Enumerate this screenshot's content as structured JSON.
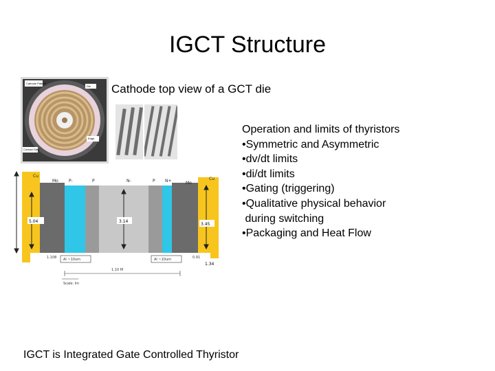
{
  "slide": {
    "title": "IGCT Structure",
    "caption": "Cathode top view of a GCT die",
    "bullets": [
      "Operation and limits of thyristors",
      "•Symmetric and Asymmetric",
      "•dv/dt limits",
      "•di/dt limits",
      "•Gating (triggering)",
      "•Qualitative physical behavior",
      " during switching",
      "•Packaging and Heat Flow"
    ],
    "footer": "IGCT is Integrated Gate Controlled Thyristor"
  },
  "die_photo": {
    "labels": [
      "Cathode Pattern",
      "Die",
      "Contact Gate",
      "Edge"
    ]
  },
  "diagram": {
    "layer_labels": [
      "Cu",
      "Mo",
      "P-",
      "P",
      "N-",
      "P",
      "N+",
      "Mo",
      "Cu"
    ],
    "values": [
      "5.04",
      "3.14",
      "3.45",
      "1.34"
    ],
    "bottom_labels": [
      "1.108",
      "Al ~10um",
      "1.10 M",
      "Al ~10um",
      "0.91",
      "Scale: lm"
    ],
    "colors": {
      "copper": "#f7c51e",
      "moly": "#6b6b6b",
      "cyan": "#2fc6e8",
      "silicon": "#c8c8c8"
    }
  }
}
